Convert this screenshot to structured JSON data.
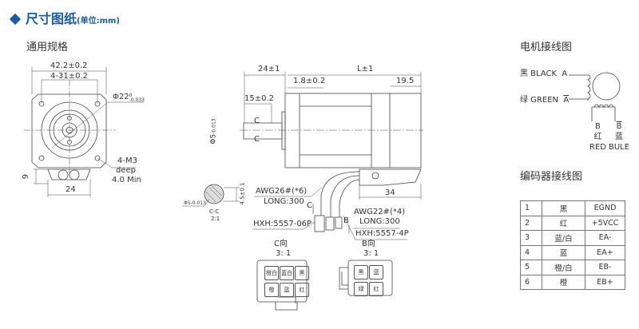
{
  "header": {
    "title": "尺寸图纸",
    "unit": "(单位:mm)"
  },
  "front_view": {
    "heading": "通用规格",
    "dim_width": "42.2±0.2",
    "dim_holes": "4-31±0.2",
    "dim_pilot": "Φ22",
    "pilot_tol_upper": "0",
    "pilot_tol_lower": "-0.033",
    "thread": "4-M3",
    "thread_deep": "deep",
    "thread_depth": "4.0 Min",
    "dim_9": "9",
    "dim_24": "24"
  },
  "side_view": {
    "dim_shaft": "24±1",
    "dim_length": "L±1",
    "dim_flange": "1.8±0.2",
    "dim_rear": "19.5",
    "dim_flat": "15±0.2",
    "dim_shaft_dia": "Φ5",
    "shaft_tol_upper": "0",
    "shaft_tol_lower": "-0.013",
    "section_mark": "C",
    "dim_encoder": "34",
    "cable1_awg": "AWG26#(*6)",
    "cable1_long": "LONG:300",
    "cable1_conn": "HXH:5557-06P",
    "cable2_awg": "AWG22#(*4)",
    "cable2_long": "LONG:300",
    "cable2_conn": "HXH:5557-4P",
    "arrow_c": "C",
    "arrow_b": "B"
  },
  "section": {
    "dim_flat": "4.5±0.1",
    "dia": "Φ5",
    "tol_upper": "0",
    "tol_lower": "-0.013",
    "label": "C-C",
    "scale": "2:1"
  },
  "connector_c": {
    "title": "C向",
    "scale": "3: 1",
    "cells": [
      "橙白",
      "蓝白",
      "黑",
      "橙",
      "蓝",
      "红"
    ]
  },
  "connector_b": {
    "title": "B向",
    "scale": "3: 1",
    "cells": [
      "黑",
      "蓝",
      "绿",
      "红"
    ]
  },
  "motor_wiring": {
    "heading": "电机接线图",
    "a_label": "黑 BLACK",
    "a": "A",
    "abar_label": "绿 GREEN",
    "abar": "A",
    "b": "B",
    "b_cn": "红",
    "b_en": "RED",
    "bbar": "B",
    "bbar_cn": "蓝",
    "bbar_en": "BULE"
  },
  "encoder_wiring": {
    "heading": "编码器接线图",
    "rows": [
      [
        "1",
        "黑",
        "EGND"
      ],
      [
        "2",
        "红",
        "+5VCC"
      ],
      [
        "3",
        "蓝/白",
        "EA-"
      ],
      [
        "4",
        "蓝",
        "EA+"
      ],
      [
        "5",
        "橙/白",
        "EB-"
      ],
      [
        "6",
        "橙",
        "EB+"
      ]
    ]
  },
  "colors": {
    "accent": "#1b5aa6"
  }
}
